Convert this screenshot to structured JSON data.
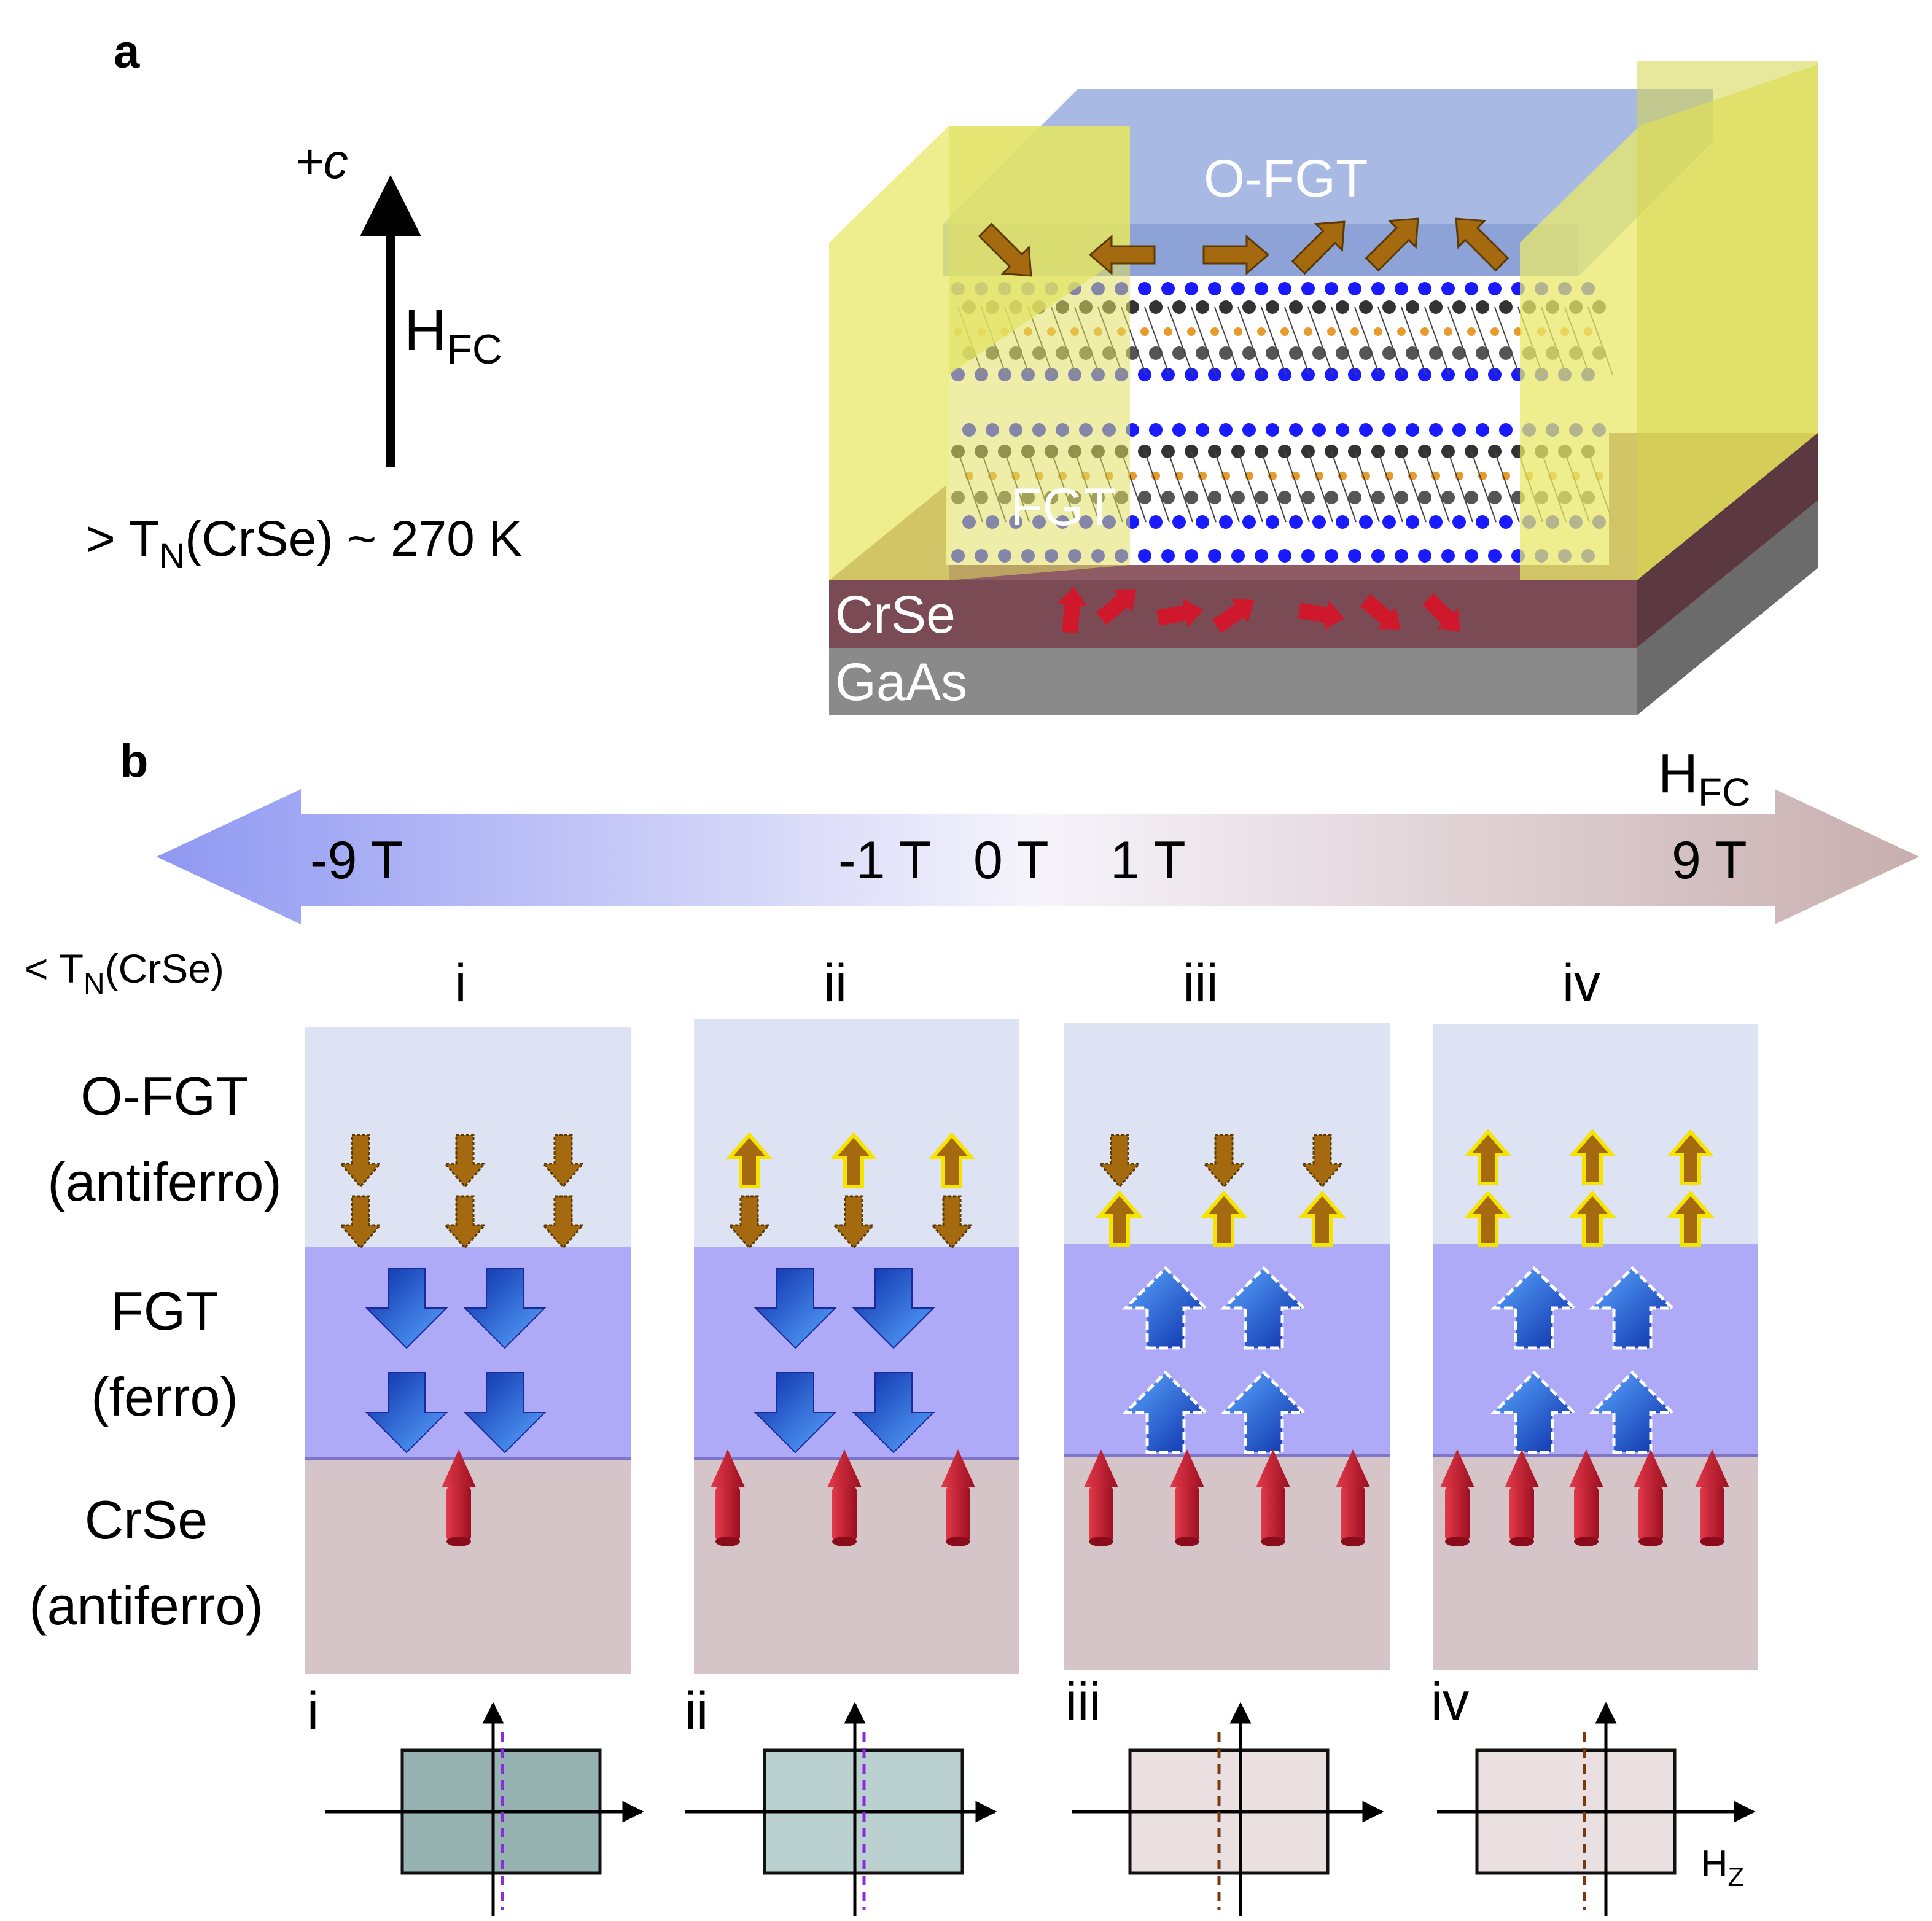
{
  "panel_a": {
    "label": "a",
    "axis_label": "+c",
    "field_label": "H",
    "field_sub": "FC",
    "temp_prefix": "> T",
    "temp_sub": "N",
    "temp_suffix": "(CrSe) ~ 270 K",
    "layers": {
      "ofgt": "O-FGT",
      "fgt": "FGT",
      "crse": "CrSe",
      "gaas": "GaAs"
    },
    "colors": {
      "electrode": "#e8e86a",
      "ofgt": "#9fb3e0",
      "crse": "#7a4a55",
      "gaas": "#8a8a8a"
    }
  },
  "panel_b": {
    "label": "b",
    "field_label": "H",
    "field_sub": "FC",
    "ticks": {
      "neg9": "-9 T",
      "neg1": "-1 T",
      "zero": "0 T",
      "pos1": "1 T",
      "pos9": "9 T"
    },
    "temp_prefix": "< T",
    "temp_sub": "N",
    "temp_suffix": "(CrSe)",
    "row_labels": {
      "ofgt_line1": "O-FGT",
      "ofgt_line2": "(antiferro)",
      "fgt_line1": "FGT",
      "fgt_line2": "(ferro)",
      "crse_line1": "CrSe",
      "crse_line2": "(antiferro)"
    },
    "columns": [
      "i",
      "ii",
      "iii",
      "iv"
    ],
    "loop_labels": [
      "i",
      "ii",
      "iii",
      "iv"
    ],
    "hz_label": "H",
    "hz_sub": "Z",
    "colors": {
      "ofgt_layer": "#dde3f3",
      "fgt_layer": "#aeaaf8",
      "crse_layer": "#d5c5c8",
      "loop_neg_fill_1": "#96b2b1",
      "loop_neg_fill_2": "#bad1d0",
      "loop_pos_fill": "#ebe0e1",
      "shift_neg": "#8a2be2",
      "shift_pos": "#7a3a10"
    }
  }
}
